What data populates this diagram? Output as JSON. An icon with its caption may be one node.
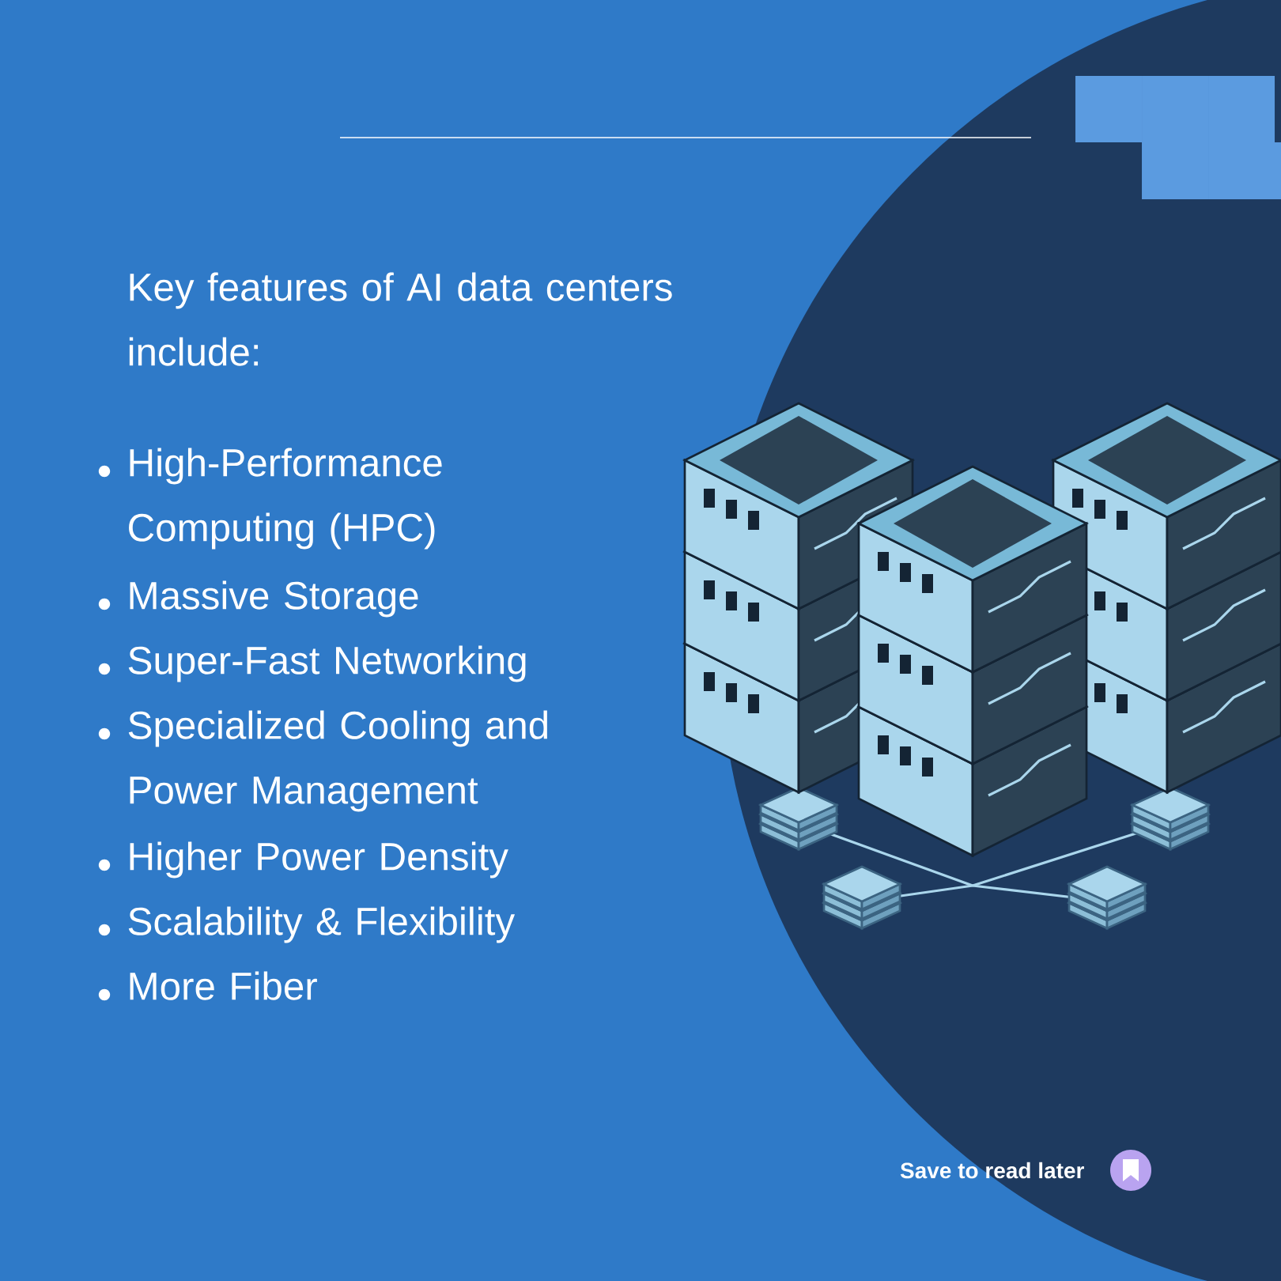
{
  "diagram": {
    "title": "Key features of AI data centers include:",
    "labels": [
      "High-Performance Computing (HPC)",
      "Massive Storage",
      "Super-Fast Networking",
      "Specialized Cooling and Power Management",
      "Higher Power Density",
      "Scalability & Flexibility",
      "More Fiber",
      "Save to read later"
    ]
  }
}
